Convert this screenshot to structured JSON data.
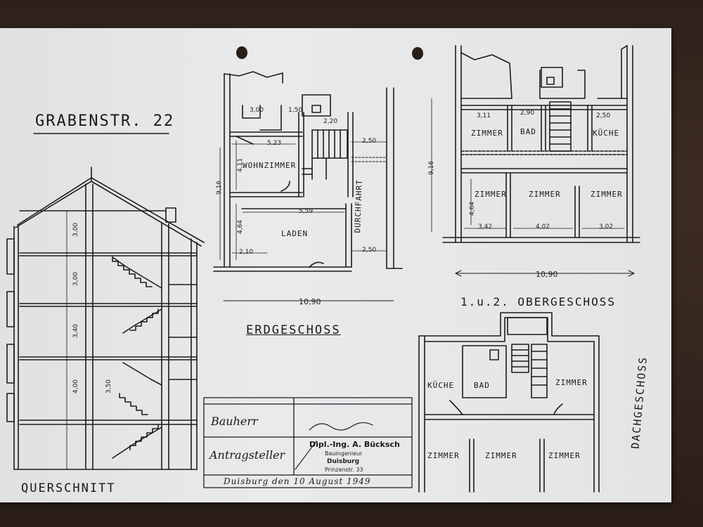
{
  "title": "GRABENSTR. 22",
  "labels": {
    "querschnitt": "QUERSCHNITT",
    "erdgeschoss": "ERDGESCHOSS",
    "obergeschoss": "1.u.2. OBERGESCHOSS",
    "dachgeschoss": "DACHGESCHOSS",
    "durchfahrt": "DURCHFAHRT"
  },
  "rooms": {
    "eg_wohnzimmer": "WOHNZIMMER",
    "eg_laden": "LADEN",
    "og_zimmer_tl": "ZIMMER",
    "og_bad": "BAD",
    "og_kueche": "KÜCHE",
    "og_zimmer_bl": "ZIMMER",
    "og_zimmer_bm": "ZIMMER",
    "og_zimmer_br": "ZIMMER",
    "dg_kueche": "KÜCHE",
    "dg_bad": "BAD",
    "dg_zimmer_r": "ZIMMER",
    "dg_zimmer_bl": "ZIMMER",
    "dg_zimmer_bm": "ZIMMER",
    "dg_zimmer_br": "ZIMMER"
  },
  "dimensions": {
    "eg_width": "10,90",
    "og_width": "10,90",
    "og_height": "9,16",
    "eg_height": "9,16",
    "eg_300": "3,00",
    "eg_150": "1,50",
    "eg_523": "5,23",
    "eg_559": "5,59",
    "eg_210": "2,10",
    "eg_250a": "2,50",
    "eg_250b": "2,50",
    "eg_411": "4,11",
    "eg_464": "4,64",
    "eg_220": "2,20",
    "og_311": "3,11",
    "og_290": "2,90",
    "og_250": "2,50",
    "og_342": "3,42",
    "og_402": "4,02",
    "og_302": "3,02",
    "og_464": "4,64",
    "qs_300a": "3,00",
    "qs_300b": "3,00",
    "qs_340": "3,40",
    "qs_400": "4,00",
    "qs_350": "3,50"
  },
  "title_block": {
    "bauherr": "Bauherr",
    "antragsteller": "Antragsteller",
    "stamp_line1": "Dipl.-Ing. A. Bücksch",
    "stamp_line2": "Bauingenieur",
    "stamp_line3": "Duisburg",
    "stamp_line4": "Prinzenstr. 33",
    "date_line": "Duisburg den 10 August 1949"
  }
}
